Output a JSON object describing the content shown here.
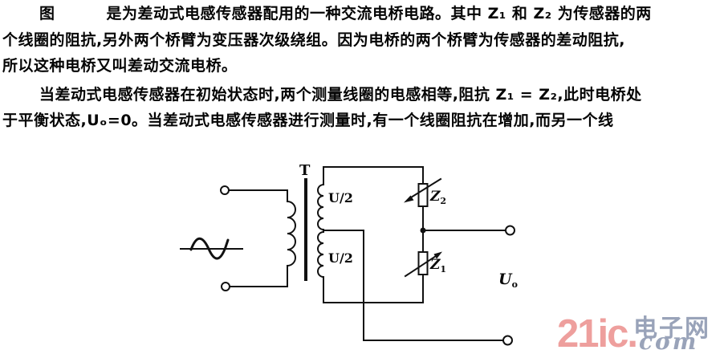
{
  "text": {
    "lines": [
      "图         是为差动式电感传感器配用的一种交流电桥电路。其中 Z₁ 和 Z₂ 为传感器的两",
      "个线圈的阻抗,另外两个桥臂为变压器次级绕组。因为电桥的两个桥臂为传感器的差动阻抗,",
      "所以这种电桥又叫差动交流电桥。",
      "当差动式电感传感器在初始状态时,两个测量线圈的电感相等,阻抗 Z₁ = Z₂,此时电桥处",
      "于平衡状态,Uₒ=0。当差动式电感传感器进行测量时,有一个线圈阻抗在增加,而另一个线"
    ]
  },
  "circuit": {
    "transformer_label": "T",
    "secondary_top_voltage": "U/2",
    "secondary_bottom_voltage": "U/2",
    "z2": {
      "sym": "Z",
      "sub": "2"
    },
    "z1": {
      "sym": "Z",
      "sub": "1"
    },
    "output": {
      "sym": "U",
      "sub": "o"
    },
    "line_color": "#111111"
  },
  "watermark": {
    "brand": "21ic.",
    "site_name": "电子网",
    "domain_suffix": "com",
    "brand_color": "#ee9f9d",
    "site_color": "#99a3b9"
  }
}
